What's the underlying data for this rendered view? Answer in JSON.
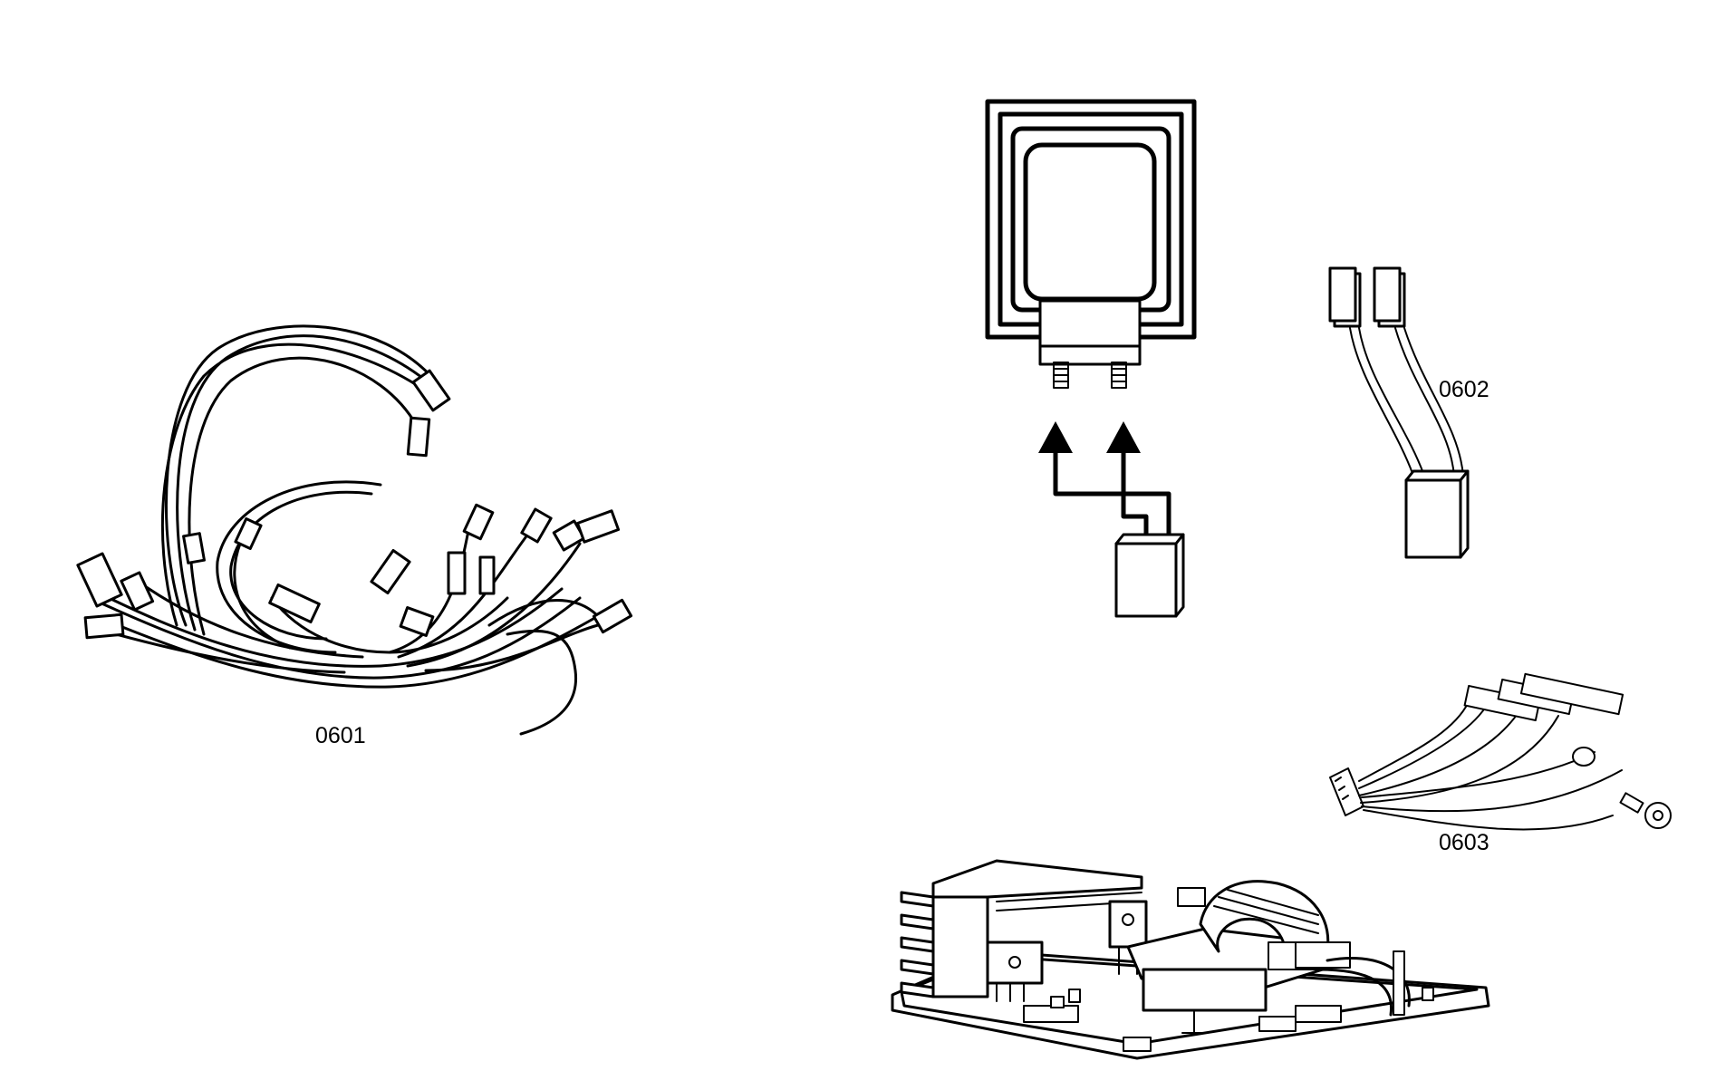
{
  "parts": [
    {
      "id": "wire-harness",
      "label": "0601"
    },
    {
      "id": "connector-wire",
      "label": "0602"
    },
    {
      "id": "lead-wire-with-ring-terminal",
      "label": "0603"
    }
  ],
  "colors": {
    "line": "#000000",
    "background": "#ffffff"
  }
}
